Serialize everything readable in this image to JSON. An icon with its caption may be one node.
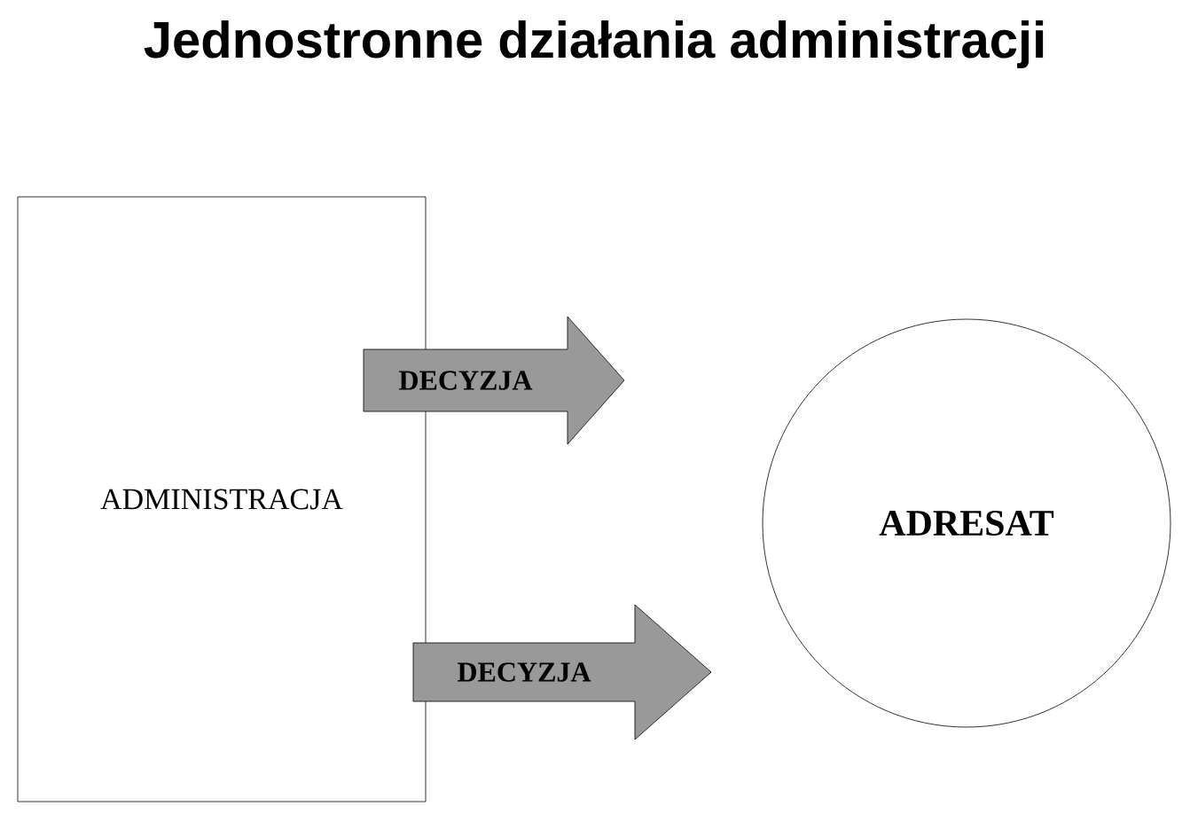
{
  "diagram": {
    "title": "Jednostronne działania administracji",
    "nodes": [
      {
        "text": [
          "ADMINISTRACJA"
        ]
      },
      {
        "text": [
          "ADRESAT"
        ]
      }
    ],
    "edges": [
      {
        "from": 0,
        "to": 1,
        "arrow": "to",
        "label": "DECYZJA"
      },
      {
        "from": 0,
        "to": 1,
        "arrow": "to",
        "label": "DECYZJA"
      }
    ]
  }
}
